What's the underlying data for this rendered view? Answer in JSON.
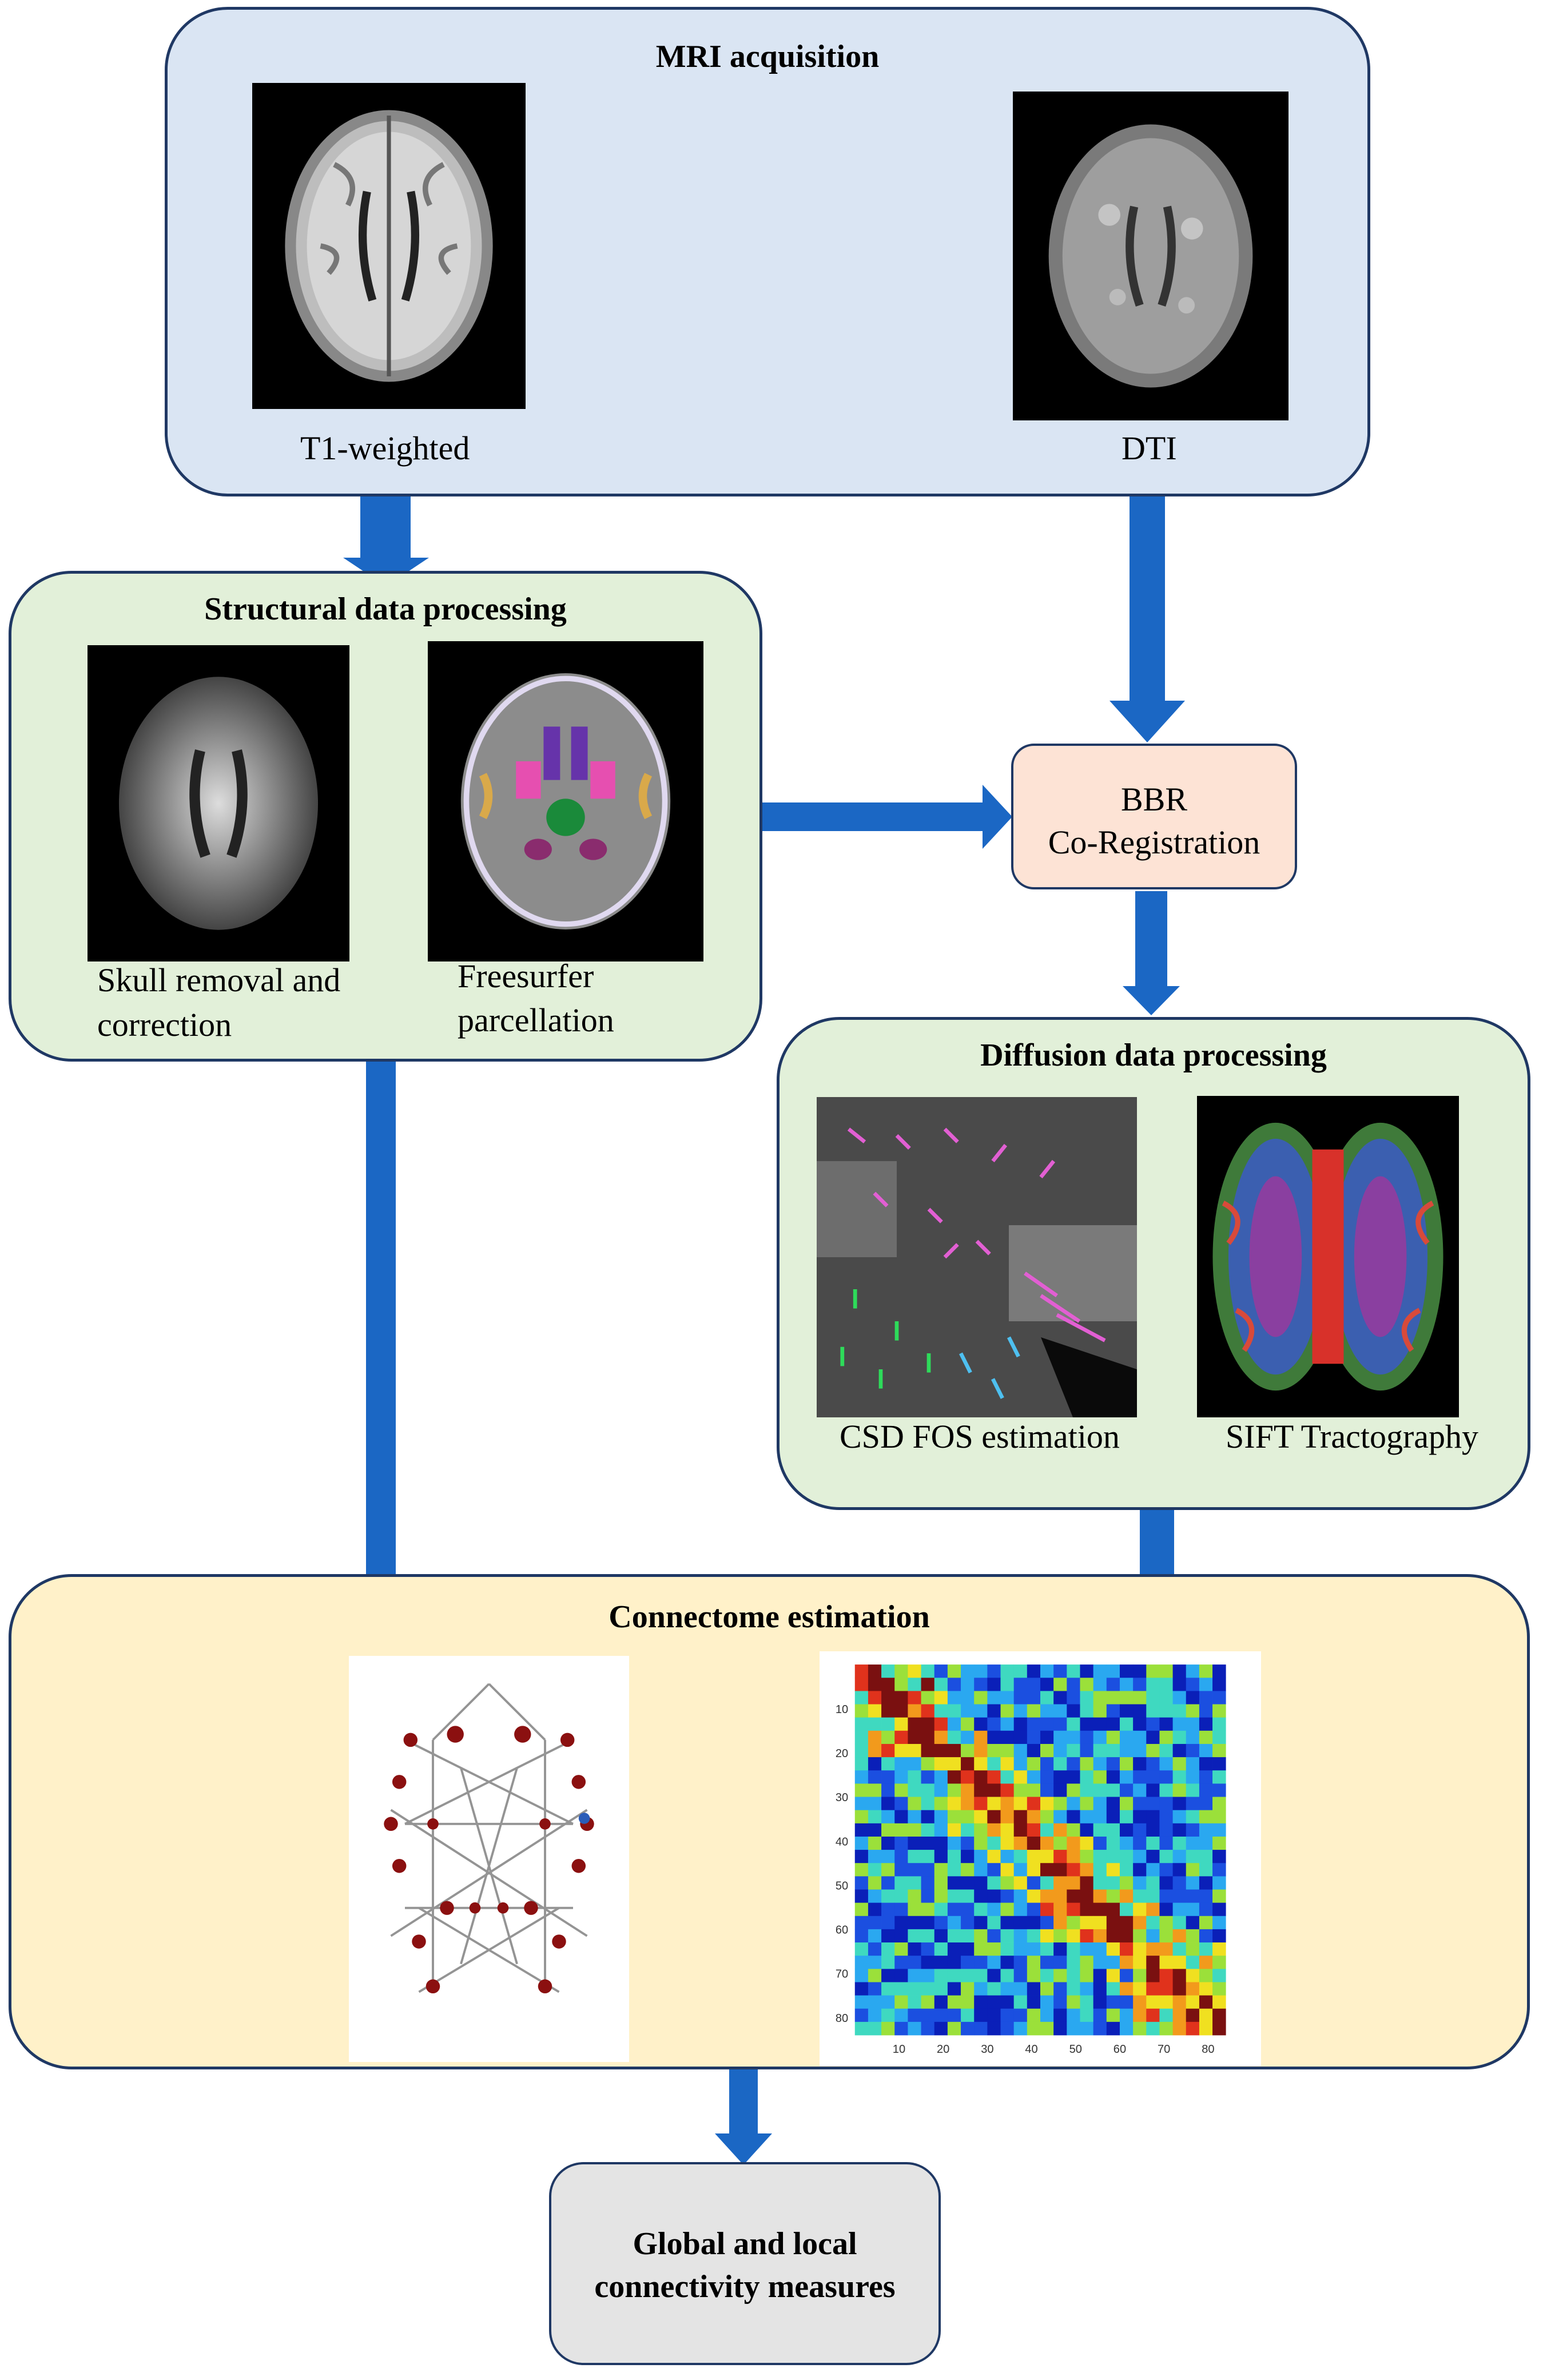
{
  "mri": {
    "title": "MRI acquisition",
    "t1_label": "T1-weighted",
    "dti_label": "DTI"
  },
  "structural": {
    "title": "Structural data processing",
    "skull_label_1": "Skull removal and",
    "skull_label_2": "correction",
    "freesurfer_label_1": "Freesurfer",
    "freesurfer_label_2": "parcellation"
  },
  "bbr": {
    "line1": "BBR",
    "line2": "Co-Registration"
  },
  "diffusion": {
    "title": "Diffusion data processing",
    "csd_label": "CSD FOS estimation",
    "sift_label": "SIFT Tractography"
  },
  "connectome": {
    "title": "Connectome estimation",
    "matrix_ticks_y": [
      "10",
      "20",
      "30",
      "40",
      "50",
      "60",
      "70",
      "80"
    ],
    "matrix_ticks_x": [
      "10",
      "20",
      "30",
      "40",
      "50",
      "60",
      "70",
      "80"
    ]
  },
  "measures": {
    "line1": "Global and local",
    "line2": "connectivity measures"
  },
  "colors": {
    "mri_bg": "#dae5f3",
    "green_bg": "#e2f0d9",
    "bbr_bg": "#fde3d5",
    "yellow_bg": "#fff1c9",
    "grey_bg": "#e4e4e4",
    "border": "#1f3864",
    "arrow": "#1b67c4"
  }
}
